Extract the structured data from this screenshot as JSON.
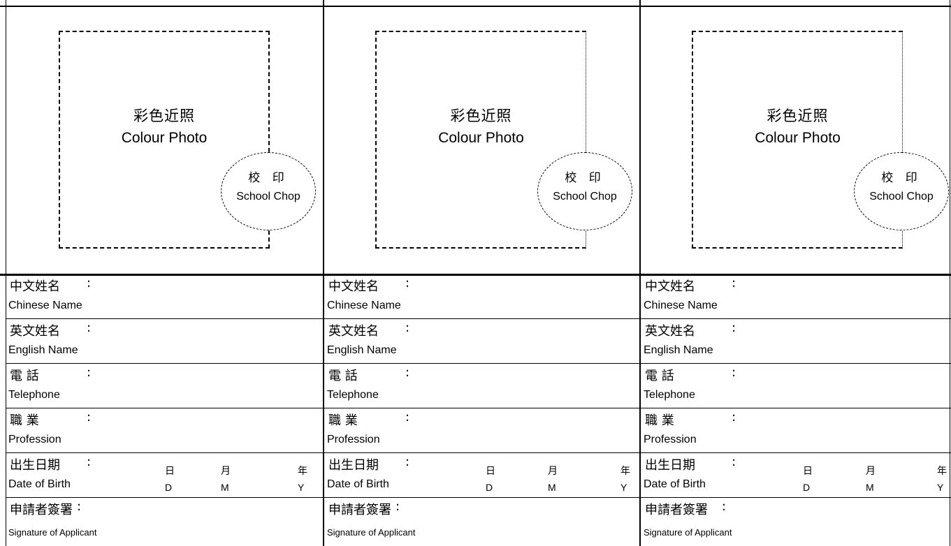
{
  "photo": {
    "label_cn": "彩色近照",
    "label_en": "Colour Photo",
    "chop_cn": "校 印",
    "chop_en": "School Chop"
  },
  "fields": [
    {
      "cn": "中文姓名",
      "en": "Chinese Name"
    },
    {
      "cn": "英文姓名",
      "en": "English Name"
    },
    {
      "cn": "電 話",
      "en": "Telephone"
    },
    {
      "cn": "職 業",
      "en": "Profession"
    },
    {
      "cn": "出生日期",
      "en": "Date of Birth"
    },
    {
      "cn": "申請者簽署",
      "en": "Signature of Applicant"
    }
  ],
  "colon": ":",
  "dob": {
    "day_cn": "日",
    "month_cn": "月",
    "year_cn": "年",
    "day_en": "D",
    "month_en": "M",
    "year_en": "Y"
  }
}
